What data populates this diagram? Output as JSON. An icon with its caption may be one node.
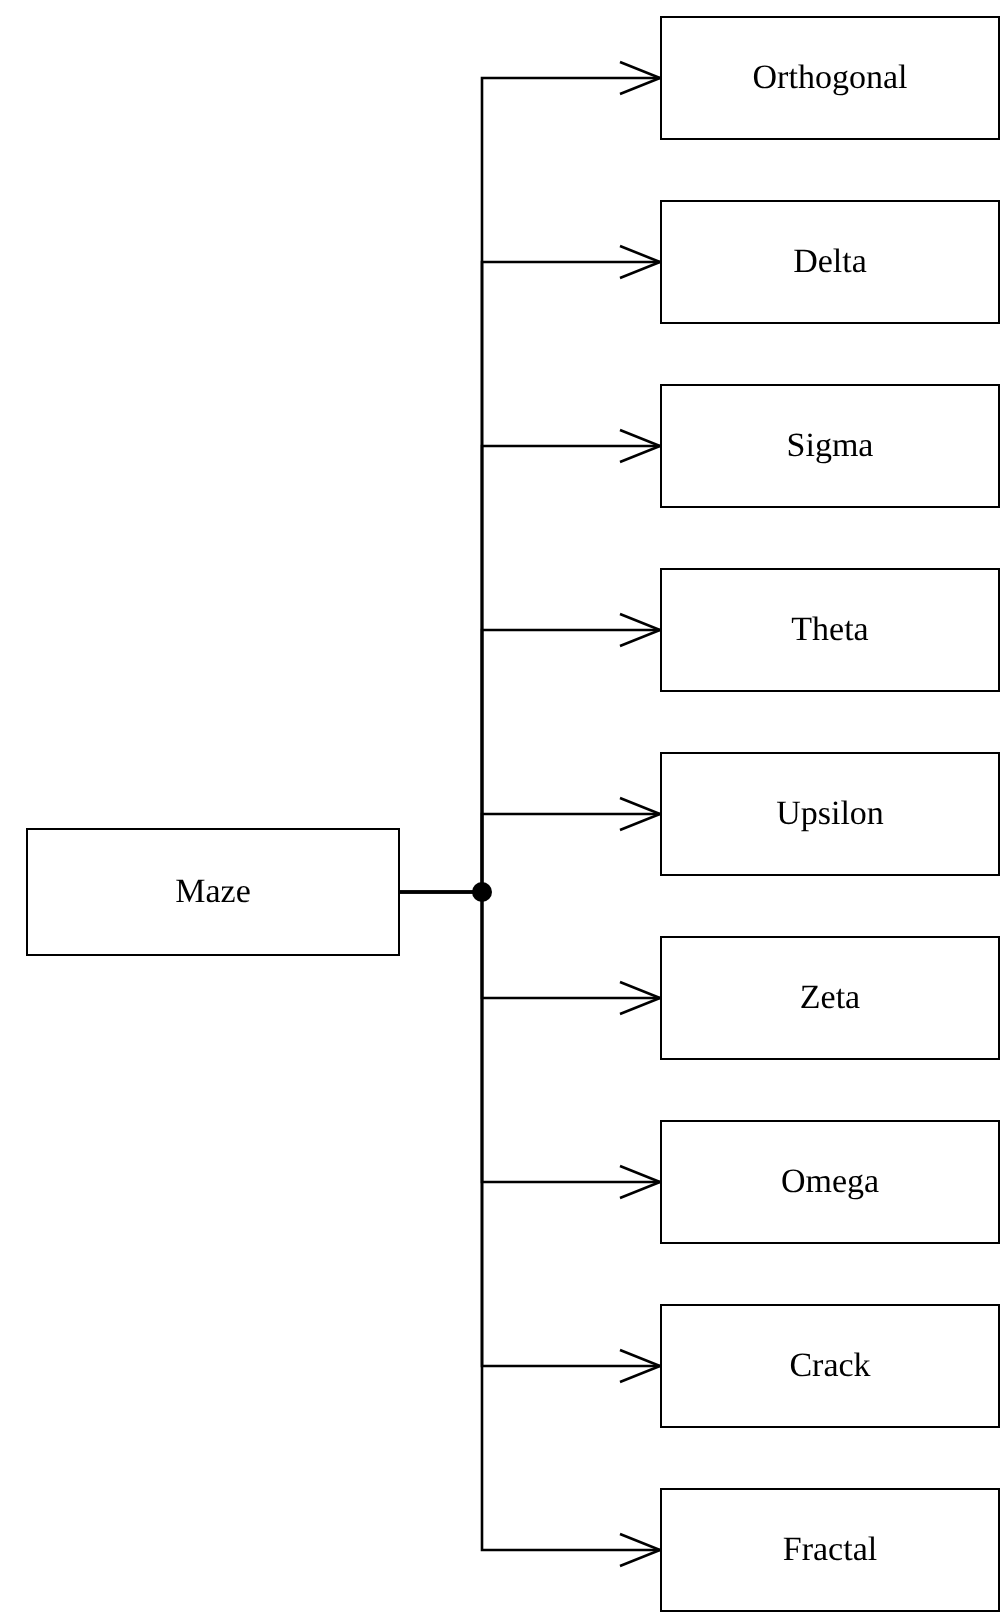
{
  "diagram": {
    "nodes": [
      {
        "text": [
          "Maze"
        ]
      },
      {
        "text": [
          "Orthogonal"
        ]
      },
      {
        "text": [
          "Delta"
        ]
      },
      {
        "text": [
          "Sigma"
        ]
      },
      {
        "text": [
          "Theta"
        ]
      },
      {
        "text": [
          "Upsilon"
        ]
      },
      {
        "text": [
          "Zeta"
        ]
      },
      {
        "text": [
          "Omega"
        ]
      },
      {
        "text": [
          "Crack"
        ]
      },
      {
        "text": [
          "Fractal"
        ]
      }
    ],
    "edges": [
      {
        "from": 0,
        "to": 1,
        "arrow": "to"
      },
      {
        "from": 0,
        "to": 2,
        "arrow": "to"
      },
      {
        "from": 0,
        "to": 3,
        "arrow": "to"
      },
      {
        "from": 0,
        "to": 4,
        "arrow": "to"
      },
      {
        "from": 0,
        "to": 5,
        "arrow": "to"
      },
      {
        "from": 0,
        "to": 6,
        "arrow": "to"
      },
      {
        "from": 0,
        "to": 7,
        "arrow": "to"
      },
      {
        "from": 0,
        "to": 8,
        "arrow": "to"
      },
      {
        "from": 0,
        "to": 9,
        "arrow": "to"
      }
    ]
  }
}
